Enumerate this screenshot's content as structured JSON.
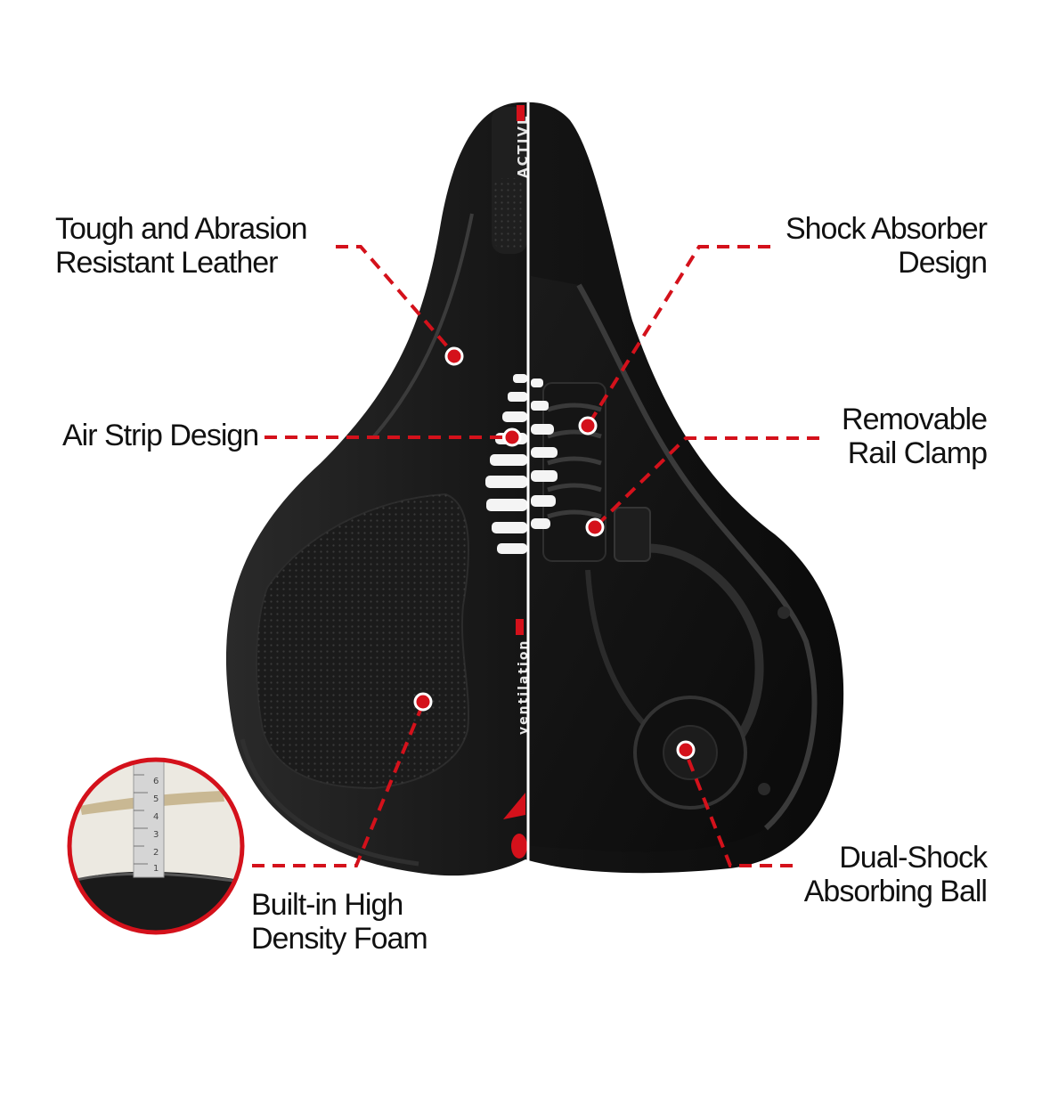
{
  "brand_text": "ACTIVE",
  "vent_text": "ventilation",
  "accent_color": "#d4111b",
  "labels": {
    "leather": [
      "Tough and Abrasion",
      "Resistant Leather"
    ],
    "air_strip": [
      "Air Strip Design"
    ],
    "foam": [
      "Built-in High",
      "Density Foam"
    ],
    "shock_absorber": [
      "Shock Absorber",
      "Design"
    ],
    "rail_clamp": [
      "Removable",
      "Rail Clamp"
    ],
    "ball": [
      "Dual-Shock",
      "Absorbing Ball"
    ]
  },
  "ruler_numbers": [
    "1",
    "2",
    "3",
    "4",
    "5",
    "6"
  ]
}
